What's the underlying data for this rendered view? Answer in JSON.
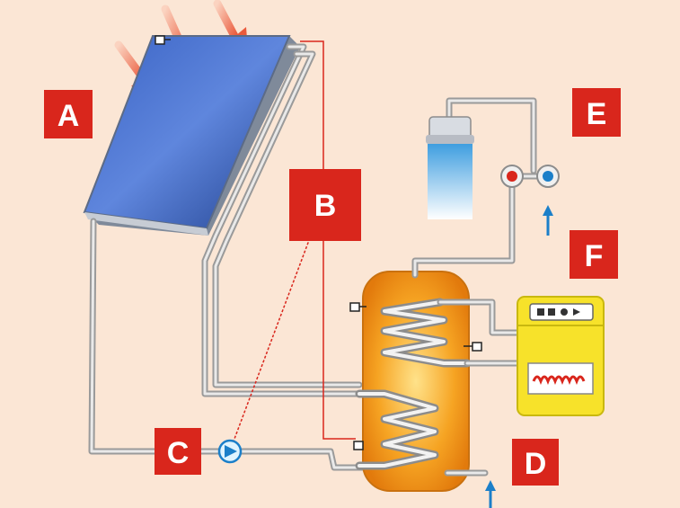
{
  "labels": {
    "A": "A",
    "B": "B",
    "C": "C",
    "D": "D",
    "E": "E",
    "F": "F"
  },
  "colors": {
    "background": "#fbe6d5",
    "label_red": "#d9261c",
    "panel_blue": "#2f55b5",
    "tank_orange": "#f39a1c",
    "boiler_yellow": "#f7e22a",
    "pipe_grey": "#9a9a9a",
    "control_line": "#d9261c",
    "cold_water_arrow": "#1b7fc9"
  }
}
